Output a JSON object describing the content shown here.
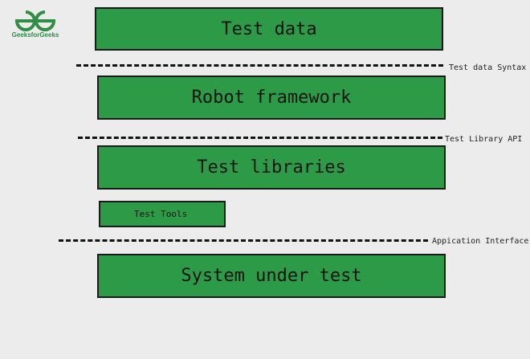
{
  "logo": {
    "text": "GeeksforGeeks",
    "icon": "gfg-logo-icon",
    "color": "#2f8d46"
  },
  "layers": {
    "test_data": "Test data",
    "robot_framework": "Robot framework",
    "test_libraries": "Test libraries",
    "test_tools": "Test Tools",
    "system_under_test": "System under test"
  },
  "interfaces": {
    "test_data_syntax": "Test data Syntax",
    "test_library_api": "Test Library API",
    "application_interface": "Appication Interface"
  },
  "colors": {
    "box_fill": "#2d9a48",
    "background": "#ececec",
    "line": "#111111"
  }
}
